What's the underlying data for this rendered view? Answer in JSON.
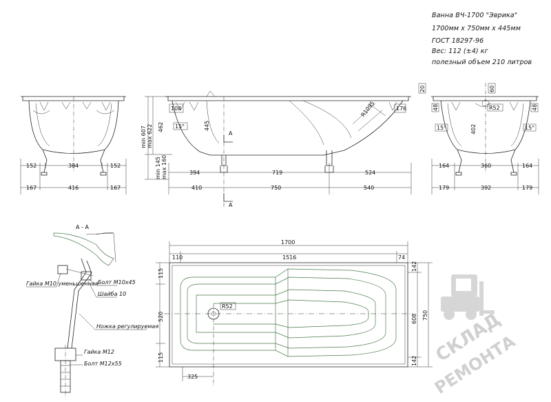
{
  "spec": {
    "title": "Ванна ВЧ-1700 \"Эврика\"",
    "size": "1700мм х 750мм х 445мм",
    "standard": "ГОСТ 18297-96",
    "weight": "Вес: 112 (±4) кг",
    "volume": "полезный объем 210 литров"
  },
  "front_view": {
    "dims": [
      "152",
      "384",
      "152",
      "167",
      "416",
      "167"
    ]
  },
  "side_view": {
    "dims_top": [
      "108",
      "176",
      "R1095"
    ],
    "dims_left": [
      "min 607",
      "max 622",
      "462",
      "min 145",
      "max 160",
      "445",
      "15°"
    ],
    "dims_bottom": [
      "394",
      "719",
      "524",
      "410",
      "750",
      "540"
    ],
    "section_marks": [
      "A",
      "A"
    ]
  },
  "end_view": {
    "dims": [
      "20",
      "60",
      "48",
      "48",
      "R52",
      "15°",
      "15°",
      "402",
      "164",
      "360",
      "164",
      "179",
      "392",
      "179"
    ]
  },
  "section": {
    "title": "А - А",
    "labels": [
      "Гайка М10 уменьшенная",
      "Болт М10х45",
      "Шайба 10",
      "Ножка регулируемая",
      "Гайка М12",
      "Болт М12х55"
    ]
  },
  "plan_view": {
    "dims": [
      "1700",
      "110",
      "1516",
      "74",
      "R52",
      "325",
      "115",
      "520",
      "115",
      "142",
      "608",
      "750",
      "142"
    ]
  },
  "watermark": {
    "line1": "СКЛАД",
    "line2": "РЕМОНТА"
  }
}
